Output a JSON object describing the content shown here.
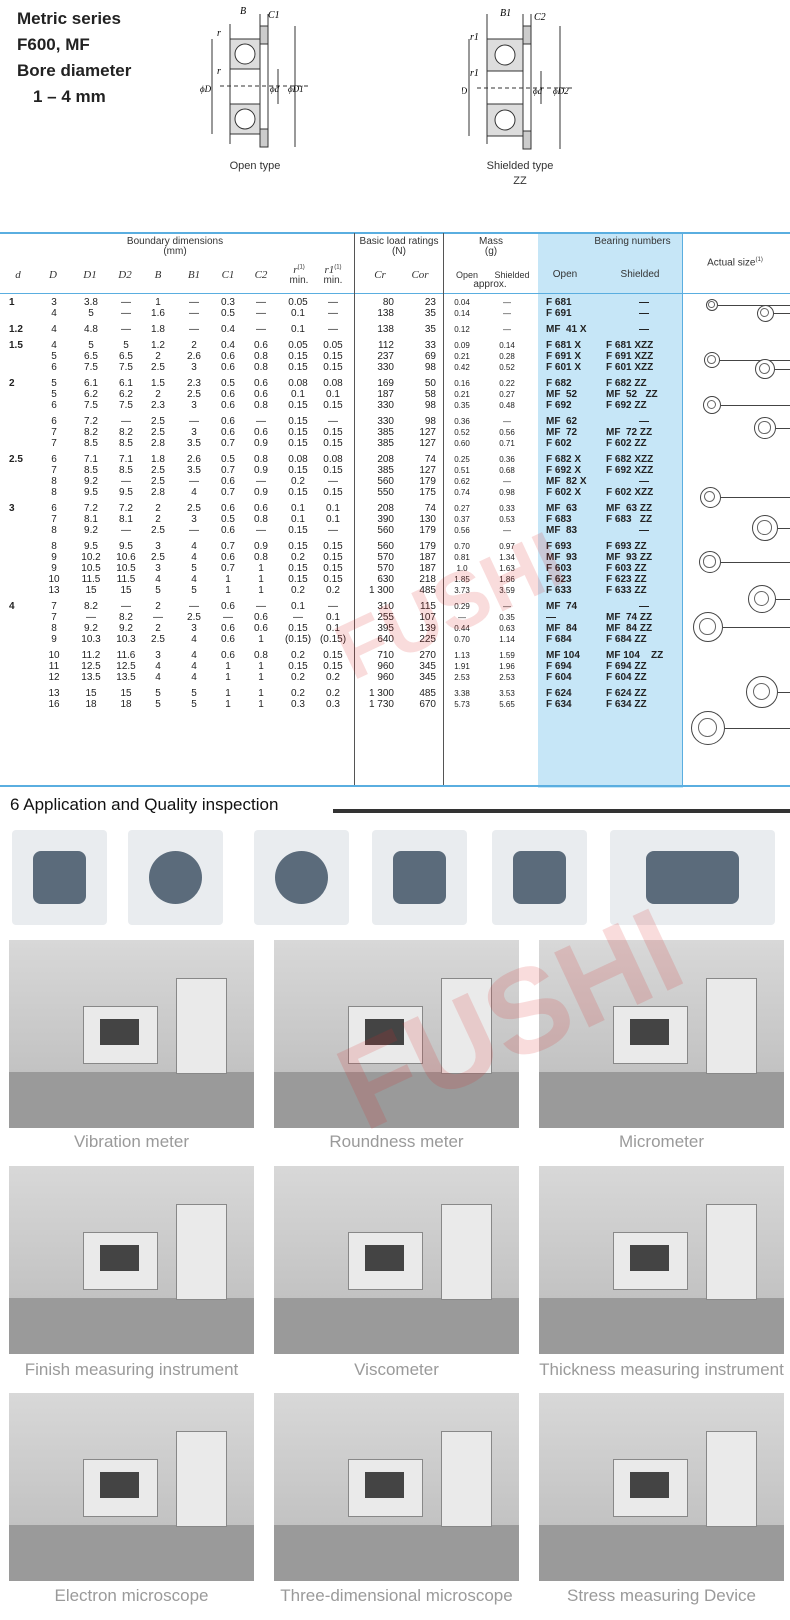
{
  "header": {
    "title_lines": [
      "Metric series",
      "F600, MF",
      "Bore diameter",
      "1 – 4 mm"
    ],
    "diagrams": [
      {
        "caption": "Open type",
        "labels": [
          "B",
          "C1",
          "r",
          "r",
          "ϕD",
          "ϕd",
          "ϕD1"
        ]
      },
      {
        "caption": "Shielded type",
        "subcaption": "ZZ",
        "labels": [
          "B1",
          "C2",
          "r1",
          "r1",
          "ϕD",
          "ϕd",
          "ϕD2"
        ]
      }
    ]
  },
  "table": {
    "group_headers": {
      "boundary": "Boundary dimensions",
      "boundary_unit": "(mm)",
      "load": "Basic load ratings",
      "load_unit": "(N)",
      "mass": "Mass",
      "mass_unit": "(g)",
      "bearing_numbers": "Bearing numbers",
      "actual_size": "Actual size",
      "actual_size_note": "(1)"
    },
    "columns": {
      "d": "d",
      "D": "D",
      "D1": "D1",
      "D2": "D2",
      "B": "B",
      "B1": "B1",
      "C1": "C1",
      "C2": "C2",
      "r": "r",
      "r_note": "(1)",
      "r_min": "min.",
      "r1": "r1",
      "r1_note": "(1)",
      "r1_min": "min.",
      "Cr": "Cr",
      "Cor": "Cor",
      "mass_open": "Open",
      "mass_shielded": "Shielded",
      "mass_approx": "approx.",
      "bn_open": "Open",
      "bn_shielded": "Shielded"
    },
    "groups": [
      {
        "d": "1",
        "rows": [
          [
            "3",
            "3.8",
            "—",
            "1",
            "—",
            "0.3",
            "—",
            "0.05",
            "—",
            "80",
            "23",
            "0.04",
            "—",
            "F 681",
            "—"
          ],
          [
            "4",
            "5",
            "—",
            "1.6",
            "—",
            "0.5",
            "—",
            "0.1",
            "—",
            "138",
            "35",
            "0.14",
            "—",
            "F 691",
            "—"
          ]
        ]
      },
      {
        "d": "1.2",
        "rows": [
          [
            "4",
            "4.8",
            "—",
            "1.8",
            "—",
            "0.4",
            "—",
            "0.1",
            "—",
            "138",
            "35",
            "0.12",
            "—",
            "MF  41 X",
            "—"
          ]
        ]
      },
      {
        "d": "1.5",
        "rows": [
          [
            "4",
            "5",
            "5",
            "1.2",
            "2",
            "0.4",
            "0.6",
            "0.05",
            "0.05",
            "112",
            "33",
            "0.09",
            "0.14",
            "F 681 X",
            "F 681 XZZ"
          ],
          [
            "5",
            "6.5",
            "6.5",
            "2",
            "2.6",
            "0.6",
            "0.8",
            "0.15",
            "0.15",
            "237",
            "69",
            "0.21",
            "0.28",
            "F 691 X",
            "F 691 XZZ"
          ],
          [
            "6",
            "7.5",
            "7.5",
            "2.5",
            "3",
            "0.6",
            "0.8",
            "0.15",
            "0.15",
            "330",
            "98",
            "0.42",
            "0.52",
            "F 601 X",
            "F 601 XZZ"
          ]
        ]
      },
      {
        "d": "2",
        "rows": [
          [
            "5",
            "6.1",
            "6.1",
            "1.5",
            "2.3",
            "0.5",
            "0.6",
            "0.08",
            "0.08",
            "169",
            "50",
            "0.16",
            "0.22",
            "F 682",
            "F 682 ZZ"
          ],
          [
            "5",
            "6.2",
            "6.2",
            "2",
            "2.5",
            "0.6",
            "0.6",
            "0.1",
            "0.1",
            "187",
            "58",
            "0.21",
            "0.27",
            "MF  52",
            "MF  52   ZZ"
          ],
          [
            "6",
            "7.5",
            "7.5",
            "2.3",
            "3",
            "0.6",
            "0.8",
            "0.15",
            "0.15",
            "330",
            "98",
            "0.35",
            "0.48",
            "F 692",
            "F 692 ZZ"
          ]
        ]
      },
      {
        "d": "",
        "rows": [
          [
            "6",
            "7.2",
            "—",
            "2.5",
            "—",
            "0.6",
            "—",
            "0.15",
            "—",
            "330",
            "98",
            "0.36",
            "—",
            "MF  62",
            "—"
          ],
          [
            "7",
            "8.2",
            "8.2",
            "2.5",
            "3",
            "0.6",
            "0.6",
            "0.15",
            "0.15",
            "385",
            "127",
            "0.52",
            "0.56",
            "MF  72",
            "MF  72 ZZ"
          ],
          [
            "7",
            "8.5",
            "8.5",
            "2.8",
            "3.5",
            "0.7",
            "0.9",
            "0.15",
            "0.15",
            "385",
            "127",
            "0.60",
            "0.71",
            "F 602",
            "F 602 ZZ"
          ]
        ]
      },
      {
        "d": "2.5",
        "rows": [
          [
            "6",
            "7.1",
            "7.1",
            "1.8",
            "2.6",
            "0.5",
            "0.8",
            "0.08",
            "0.08",
            "208",
            "74",
            "0.25",
            "0.36",
            "F 682 X",
            "F 682 XZZ"
          ],
          [
            "7",
            "8.5",
            "8.5",
            "2.5",
            "3.5",
            "0.7",
            "0.9",
            "0.15",
            "0.15",
            "385",
            "127",
            "0.51",
            "0.68",
            "F 692 X",
            "F 692 XZZ"
          ],
          [
            "8",
            "9.2",
            "—",
            "2.5",
            "—",
            "0.6",
            "—",
            "0.2",
            "—",
            "560",
            "179",
            "0.62",
            "—",
            "MF  82 X",
            "—"
          ],
          [
            "8",
            "9.5",
            "9.5",
            "2.8",
            "4",
            "0.7",
            "0.9",
            "0.15",
            "0.15",
            "550",
            "175",
            "0.74",
            "0.98",
            "F 602 X",
            "F 602 XZZ"
          ]
        ]
      },
      {
        "d": "3",
        "rows": [
          [
            "6",
            "7.2",
            "7.2",
            "2",
            "2.5",
            "0.6",
            "0.6",
            "0.1",
            "0.1",
            "208",
            "74",
            "0.27",
            "0.33",
            "MF  63",
            "MF  63 ZZ"
          ],
          [
            "7",
            "8.1",
            "8.1",
            "2",
            "3",
            "0.5",
            "0.8",
            "0.1",
            "0.1",
            "390",
            "130",
            "0.37",
            "0.53",
            "F 683",
            "F 683   ZZ"
          ],
          [
            "8",
            "9.2",
            "—",
            "2.5",
            "—",
            "0.6",
            "—",
            "0.15",
            "—",
            "560",
            "179",
            "0.56",
            "—",
            "MF  83",
            "—"
          ]
        ]
      },
      {
        "d": "",
        "rows": [
          [
            "8",
            "9.5",
            "9.5",
            "3",
            "4",
            "0.7",
            "0.9",
            "0.15",
            "0.15",
            "560",
            "179",
            "0.70",
            "0.97",
            "F 693",
            "F 693 ZZ"
          ],
          [
            "9",
            "10.2",
            "10.6",
            "2.5",
            "4",
            "0.6",
            "0.8",
            "0.2",
            "0.15",
            "570",
            "187",
            "0.81",
            "1.34",
            "MF  93",
            "MF  93 ZZ"
          ],
          [
            "9",
            "10.5",
            "10.5",
            "3",
            "5",
            "0.7",
            "1",
            "0.15",
            "0.15",
            "570",
            "187",
            "1.0",
            "1.63",
            "F 603",
            "F 603 ZZ"
          ],
          [
            "10",
            "11.5",
            "11.5",
            "4",
            "4",
            "1",
            "1",
            "0.15",
            "0.15",
            "630",
            "218",
            "1.85",
            "1.86",
            "F 623",
            "F 623 ZZ"
          ],
          [
            "13",
            "15",
            "15",
            "5",
            "5",
            "1",
            "1",
            "0.2",
            "0.2",
            "1 300",
            "485",
            "3.73",
            "3.59",
            "F 633",
            "F 633 ZZ"
          ]
        ]
      },
      {
        "d": "4",
        "rows": [
          [
            "7",
            "8.2",
            "—",
            "2",
            "—",
            "0.6",
            "—",
            "0.1",
            "—",
            "310",
            "115",
            "0.29",
            "—",
            "MF  74",
            "—"
          ],
          [
            "7",
            "—",
            "8.2",
            "—",
            "2.5",
            "—",
            "0.6",
            "—",
            "0.1",
            "255",
            "107",
            "—",
            "0.35",
            "—",
            "MF  74 ZZ"
          ],
          [
            "8",
            "9.2",
            "9.2",
            "2",
            "3",
            "0.6",
            "0.6",
            "0.15",
            "0.1",
            "395",
            "139",
            "0.44",
            "0.63",
            "MF  84",
            "MF  84 ZZ"
          ],
          [
            "9",
            "10.3",
            "10.3",
            "2.5",
            "4",
            "0.6",
            "1",
            "(0.15)",
            "(0.15)",
            "640",
            "225",
            "0.70",
            "1.14",
            "F 684",
            "F 684 ZZ"
          ]
        ]
      },
      {
        "d": "",
        "rows": [
          [
            "10",
            "11.2",
            "11.6",
            "3",
            "4",
            "0.6",
            "0.8",
            "0.2",
            "0.15",
            "710",
            "270",
            "1.13",
            "1.59",
            "MF 104",
            "MF 104    ZZ"
          ],
          [
            "11",
            "12.5",
            "12.5",
            "4",
            "4",
            "1",
            "1",
            "0.15",
            "0.15",
            "960",
            "345",
            "1.91",
            "1.96",
            "F 694",
            "F 694 ZZ"
          ],
          [
            "12",
            "13.5",
            "13.5",
            "4",
            "4",
            "1",
            "1",
            "0.2",
            "0.2",
            "960",
            "345",
            "2.53",
            "2.53",
            "F 604",
            "F 604 ZZ"
          ]
        ]
      },
      {
        "d": "",
        "rows": [
          [
            "13",
            "15",
            "15",
            "5",
            "5",
            "1",
            "1",
            "0.2",
            "0.2",
            "1 300",
            "485",
            "3.38",
            "3.53",
            "F 624",
            "F 624 ZZ"
          ],
          [
            "16",
            "18",
            "18",
            "5",
            "5",
            "1",
            "1",
            "0.3",
            "0.3",
            "1 730",
            "670",
            "5.73",
            "5.65",
            "F 634",
            "F 634 ZZ"
          ]
        ]
      }
    ]
  },
  "section6": {
    "title": "6 Application and Quality inspection",
    "products": [
      "stepper-motor",
      "axial-fan",
      "blower-fan",
      "dc-micro-motor",
      "propeller-motor",
      "robot-arm"
    ],
    "photos": [
      {
        "caption": "Vibration meter"
      },
      {
        "caption": "Roundness meter"
      },
      {
        "caption": "Micrometer"
      },
      {
        "caption": "Finish measuring instrument"
      },
      {
        "caption": "Viscometer"
      },
      {
        "caption": "Thickness measuring instrument"
      },
      {
        "caption": "Electron microscope"
      },
      {
        "caption": "Three-dimensional microscope"
      },
      {
        "caption": "Stress measuring Device"
      }
    ]
  },
  "watermark": "FUSHI"
}
